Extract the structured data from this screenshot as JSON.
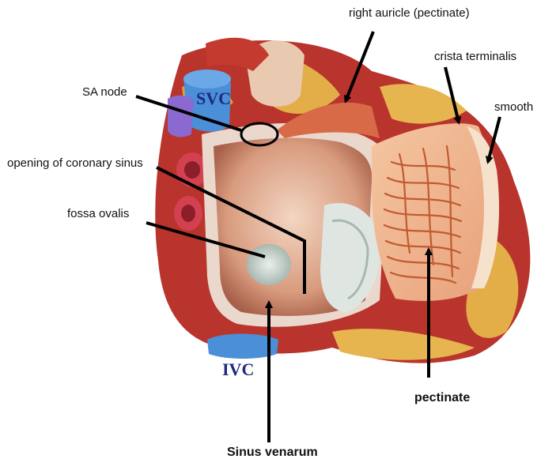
{
  "labels": {
    "right_auricle": "right auricle (pectinate)",
    "crista_terminalis": "crista terminalis",
    "smooth": "smooth",
    "sa_node": "SA node",
    "opening_coronary_sinus": "opening of coronary sinus",
    "fossa_ovalis": "fossa ovalis",
    "pectinate": "pectinate",
    "sinus_venarum": "Sinus venarum"
  },
  "vessels": {
    "svc": "SVC",
    "ivc": "IVC"
  },
  "colors": {
    "vessel_label": "#1f2a7a",
    "arrow": "#000000",
    "myocardium": "#c8322a",
    "fat": "#e8b44a",
    "chamber_wall": "#e8a888",
    "vein_blue": "#4a8fd8"
  }
}
